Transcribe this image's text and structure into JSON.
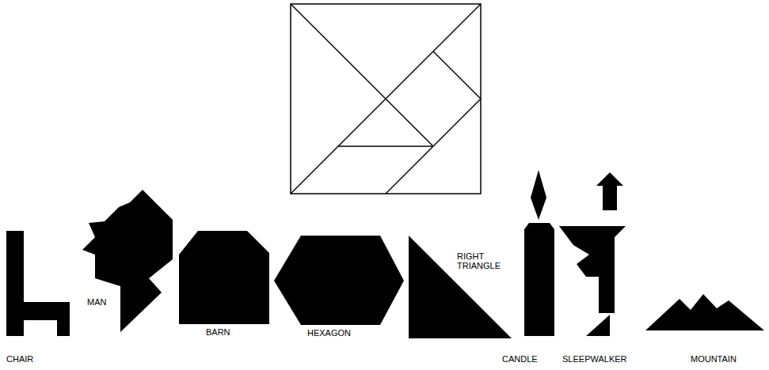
{
  "diagram": {
    "labels": [
      "CHAIR",
      "MAN",
      "BARN",
      "HEXAGON",
      "RIGHT TRIANGLE",
      "CANDLE",
      "SLEEPWALKER",
      "MOUNTAIN"
    ]
  }
}
